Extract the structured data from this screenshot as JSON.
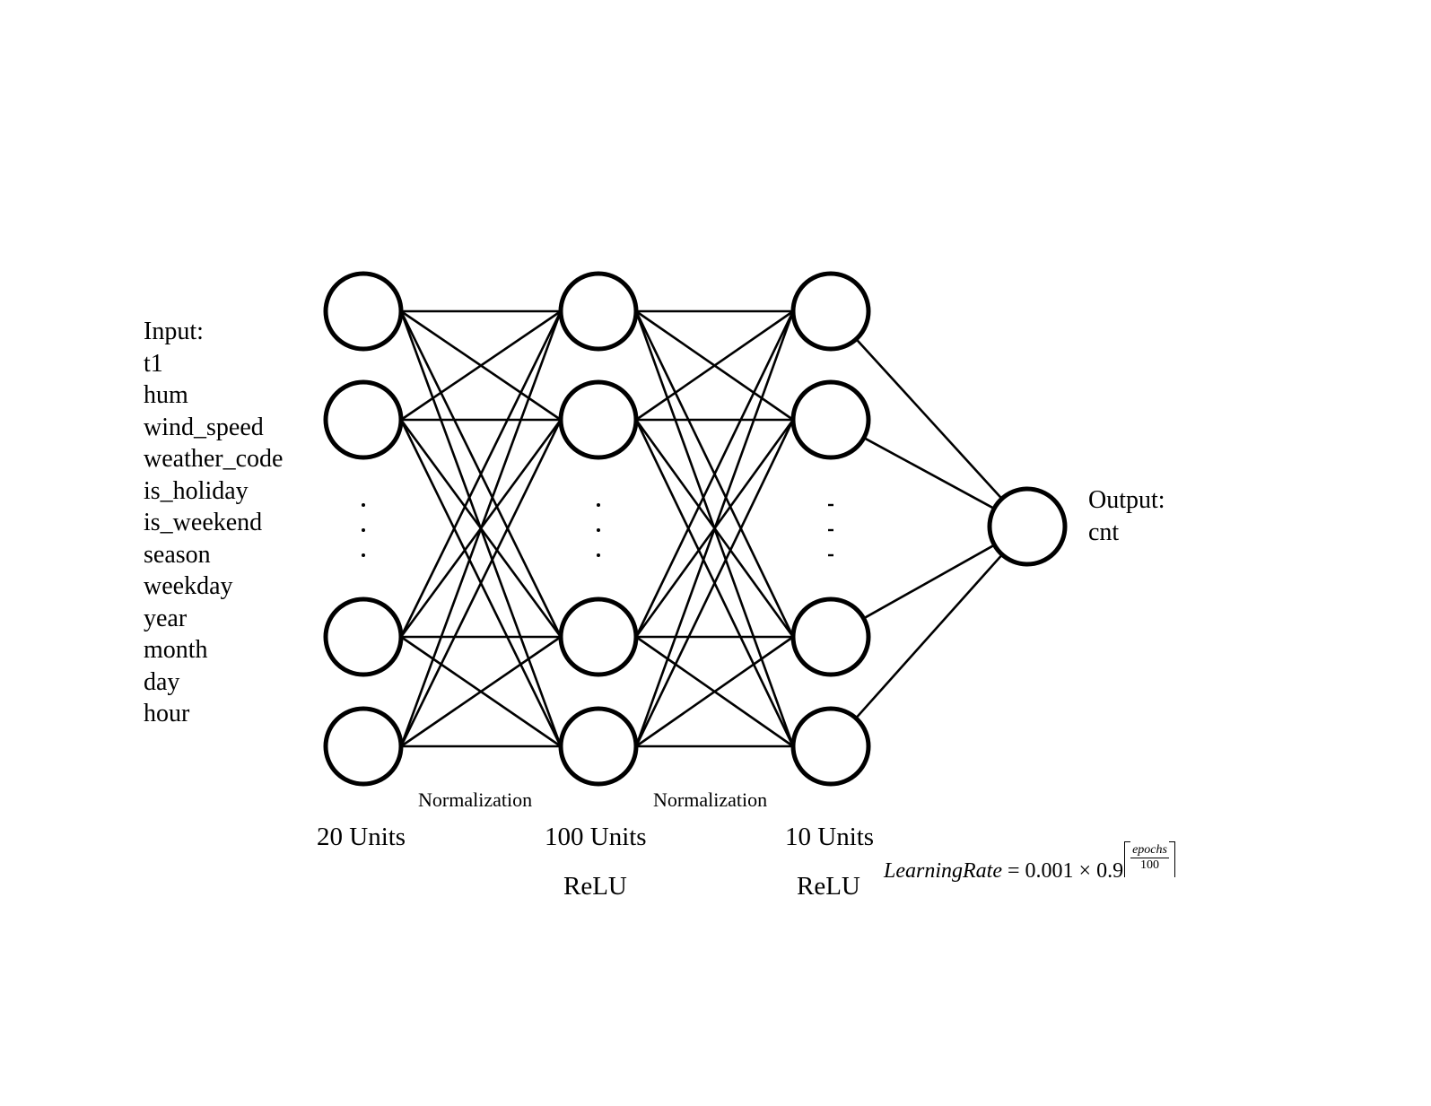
{
  "input": {
    "heading": "Input:",
    "features": [
      "t1",
      "hum",
      "wind_speed",
      "weather_code",
      "is_holiday",
      "is_weekend",
      "season",
      "weekday",
      "year",
      "month",
      "day",
      "hour"
    ]
  },
  "output": {
    "heading": "Output:",
    "feature": "cnt"
  },
  "layers": [
    {
      "units_label": "20 Units",
      "activation": ""
    },
    {
      "units_label": "100 Units",
      "activation": "ReLU"
    },
    {
      "units_label": "10 Units",
      "activation": "ReLU"
    }
  ],
  "normalization_labels": [
    "Normalization",
    "Normalization"
  ],
  "ellipsis": {
    "dots": "·",
    "dashes": "-"
  },
  "learning_rate_formula": {
    "variable": "LearningRate",
    "equals": " = 0.001 × 0.9",
    "exponent_numerator": "epochs",
    "exponent_denominator": "100"
  }
}
